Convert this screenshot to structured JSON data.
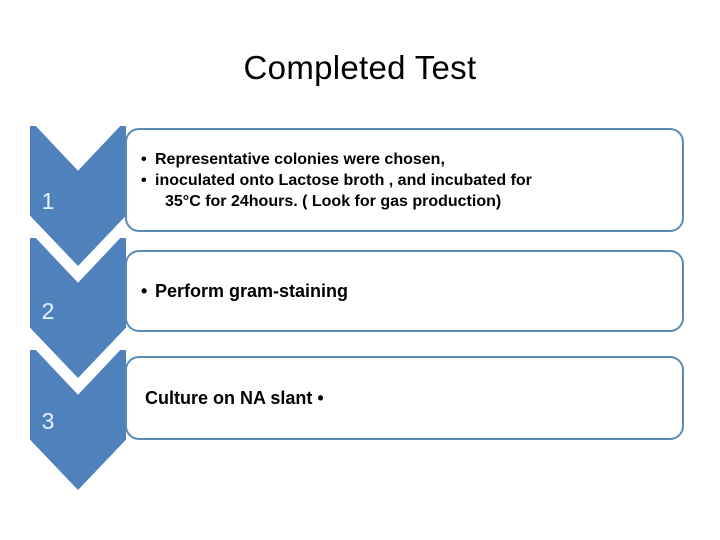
{
  "slide": {
    "title": "Completed Test",
    "background_color": "#FFFFFF",
    "accent_color": "#4F81BD",
    "border_color": "#5B8BB5",
    "number_color": "#EAF3FA",
    "text_color": "#000000"
  },
  "process": {
    "steps": [
      {
        "number": "1",
        "lines": [
          {
            "bullet": "•",
            "text": "Representative colonies were chosen,",
            "indent": false
          },
          {
            "bullet": "•",
            "text": "inoculated onto Lactose broth , and incubated for",
            "indent": false
          },
          {
            "bullet": "",
            "text": "35°C for 24hours. ( Look for gas production)",
            "indent": true
          }
        ]
      },
      {
        "number": "2",
        "lines": [
          {
            "bullet": "•",
            "text": "Perform gram-staining",
            "indent": false
          }
        ]
      },
      {
        "number": "3",
        "lines": [
          {
            "bullet": "",
            "text": "Culture on NA slant •",
            "indent": false
          }
        ]
      }
    ]
  }
}
